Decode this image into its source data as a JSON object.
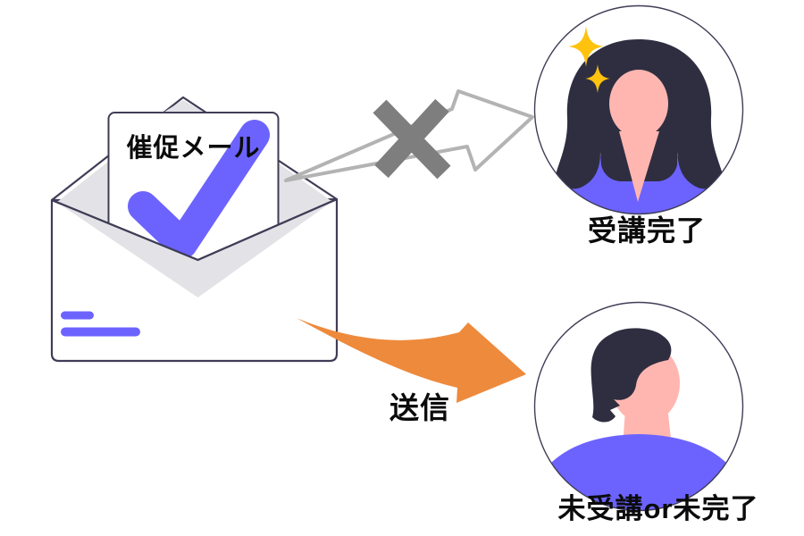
{
  "illustration": {
    "card_label": "催促メール",
    "send_label": "送信",
    "completed_label": "受講完了",
    "incomplete_label": "未受講or未完了"
  },
  "colors": {
    "purple": "#6C63FF",
    "orange": "#EE8A3C",
    "hair": "#2F2E41",
    "skin": "#FFB6B0",
    "sparkle": "#FFC20E",
    "outline": "#3F3D56",
    "x_gray": "#7E7E7E",
    "arrow_gray": "#B3B3B3",
    "shadow_gray": "#E3E3E7"
  }
}
